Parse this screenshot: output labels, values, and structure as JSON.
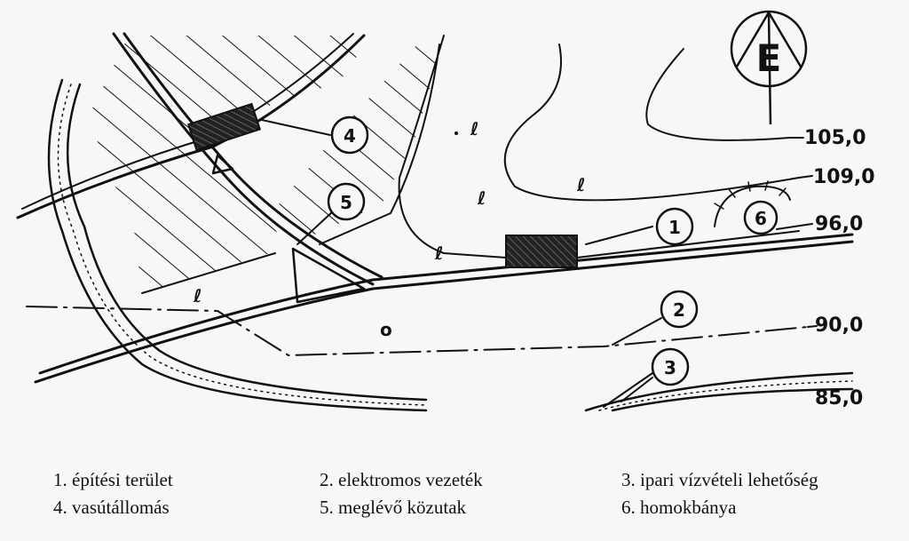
{
  "map": {
    "compass_letter": "E",
    "contour_labels": [
      "105,0",
      "109,0",
      "96,0",
      "90,0",
      "85,0"
    ],
    "callouts": [
      "1",
      "2",
      "3",
      "4",
      "5",
      "6"
    ],
    "tree_symbol": "ℓ",
    "pond_symbol": "o"
  },
  "legend": {
    "items": [
      "1. építési terület",
      "2. elektromos vezeték",
      "3. ipari vízvételi lehetőség",
      "4. vasútállomás",
      "5. meglévő közutak",
      "6. homokbánya"
    ]
  }
}
